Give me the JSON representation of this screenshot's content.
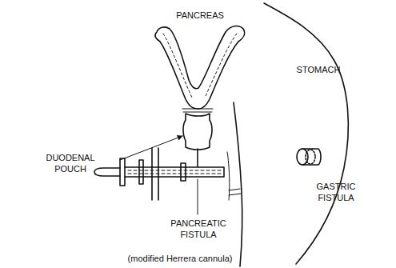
{
  "diagram": {
    "caption": "(modified Herrera cannula)",
    "labels": [
      "PANCREAS",
      "STOMACH",
      "DUODENAL POUCH",
      "GASTRIC FISTULA",
      "PANCREATIC FISTULA"
    ]
  }
}
